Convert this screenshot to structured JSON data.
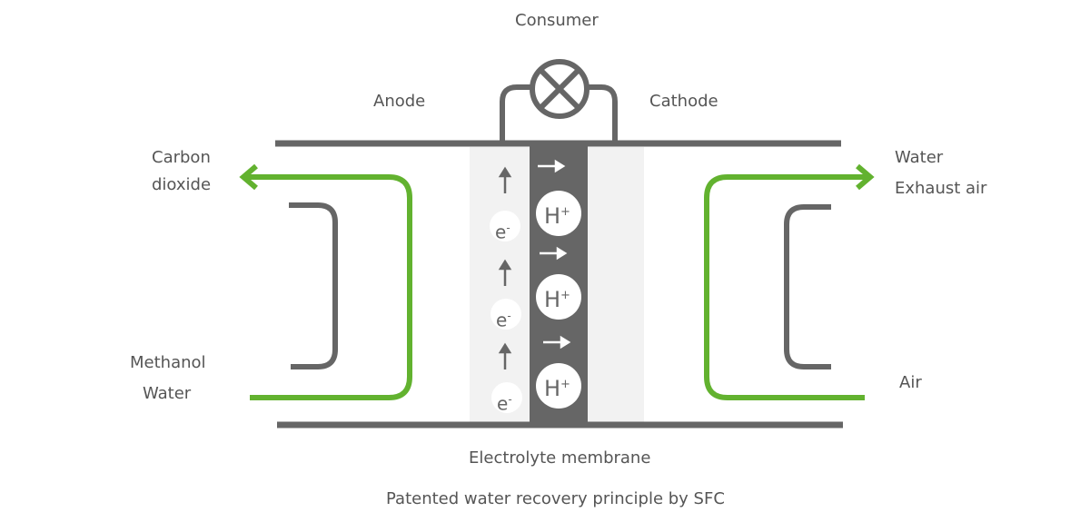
{
  "labels": {
    "consumer": "Consumer",
    "anode": "Anode",
    "cathode": "Cathode",
    "carbon_dioxide": [
      "Carbon",
      "dioxide"
    ],
    "water_exhaust": [
      "Water",
      "Exhaust air"
    ],
    "methanol_water": [
      "Methanol",
      "Water"
    ],
    "air": "Air",
    "membrane": "Electrolyte membrane",
    "caption": "Patented water recovery principle by SFC"
  },
  "particles": {
    "electron": "e",
    "electron_sup": "-",
    "proton": "H",
    "proton_sup": "+"
  },
  "colors": {
    "green": "#62b22f",
    "gray": "#666666",
    "light": "#f2f2f2",
    "text": "#555555"
  }
}
